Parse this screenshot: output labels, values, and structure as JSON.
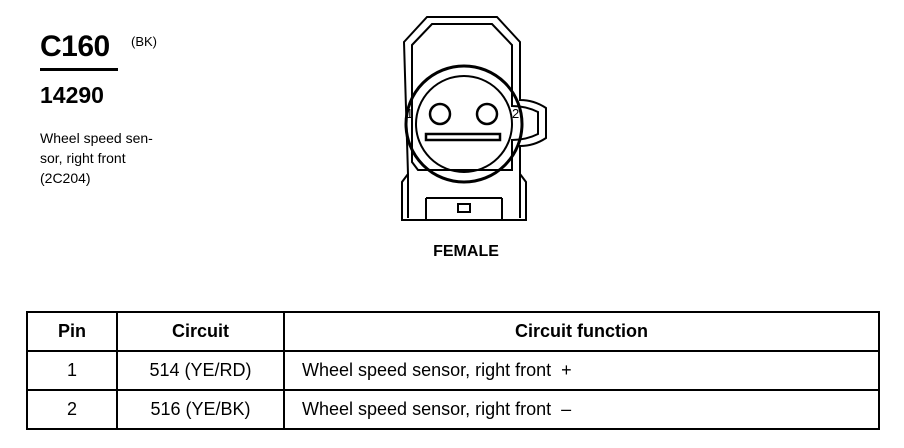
{
  "connector": {
    "id": "C160",
    "color_code": "(BK)",
    "part_number": "14290",
    "description_lines": [
      "Wheel speed sen-",
      "sor, right front",
      "(2C204)"
    ],
    "pin_labels": [
      "1",
      "2"
    ],
    "gender": "FEMALE"
  },
  "pin_table": {
    "headers": [
      "Pin",
      "Circuit",
      "Circuit function"
    ],
    "rows": [
      {
        "pin": "1",
        "circuit": "514 (YE/RD)",
        "function": "Wheel speed sensor, right front",
        "polarity": "+"
      },
      {
        "pin": "2",
        "circuit": "516 (YE/BK)",
        "function": "Wheel speed sensor, right front",
        "polarity": "–"
      }
    ]
  }
}
